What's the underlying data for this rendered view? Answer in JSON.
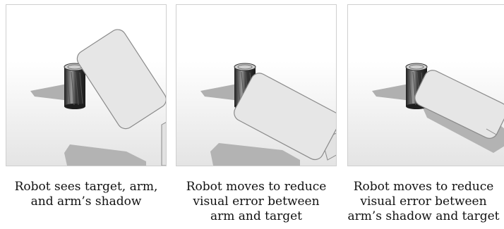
{
  "panels": [
    {
      "caption_lines": [
        "Robot sees target, arm,",
        "and arm’s shadow"
      ]
    },
    {
      "caption_lines": [
        "Robot moves to reduce",
        "visual error between",
        "arm and target"
      ]
    },
    {
      "caption_lines": [
        "Robot moves to reduce",
        "visual error between",
        "arm’s shadow and target"
      ]
    }
  ],
  "colors": {
    "floor_top": "#ffffff",
    "floor_bottom": "#e6e6e6",
    "shadow": "#b3b3b3",
    "arm_fill": "#e6e6e6",
    "arm_stroke": "#8a8a8a",
    "can_dark": "#2b2b2b",
    "can_light": "#d8d8d8"
  }
}
